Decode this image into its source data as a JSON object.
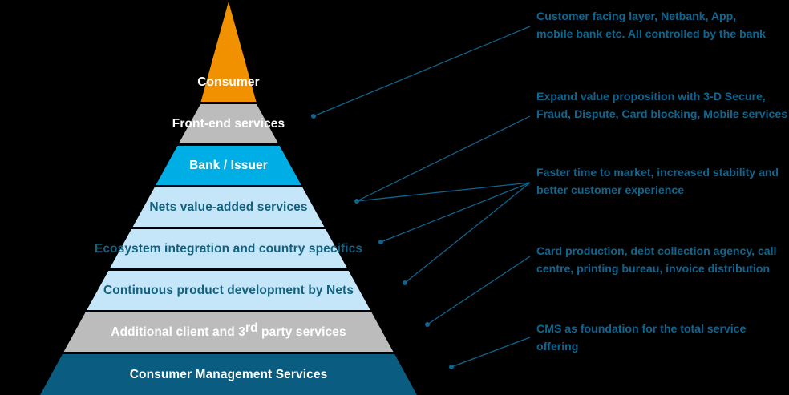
{
  "diagram": {
    "title": "Consumer Management Services pyramid",
    "colors": {
      "background": "#000000",
      "orange": "#F29100",
      "gray": "#BCBCBC",
      "cyan": "#00AEE6",
      "light_blue": "#C5E6F8",
      "dark_teal": "#0A5C80",
      "annotation_text": "#10658F",
      "dark_label_text": "#12617F",
      "light_label_text": "#FFFFFF"
    },
    "layers": [
      {
        "id": "consumer",
        "label": "Consumer",
        "fill": "#F29100",
        "text_tone": "light"
      },
      {
        "id": "front-end",
        "label": "Front-end services",
        "fill": "#BCBCBC",
        "text_tone": "light"
      },
      {
        "id": "bank-issuer",
        "label": "Bank / Issuer",
        "fill": "#00AEE6",
        "text_tone": "light"
      },
      {
        "id": "nets-vas",
        "label": "Nets value-added services",
        "fill": "#C5E6F8",
        "text_tone": "dark"
      },
      {
        "id": "ecosystem",
        "label": "Ecosystem integration and country specifics",
        "fill": "#C5E6F8",
        "text_tone": "dark"
      },
      {
        "id": "product-dev",
        "label": "Continuous product development by Nets",
        "fill": "#C5E6F8",
        "text_tone": "dark"
      },
      {
        "id": "third-party",
        "label": "Additional client and 3",
        "label_sup": "rd",
        "label_tail": " party services",
        "fill": "#BCBCBC",
        "text_tone": "light"
      },
      {
        "id": "cms",
        "label": "Consumer Management Services",
        "fill": "#0A5C80",
        "text_tone": "light"
      }
    ],
    "annotations": [
      {
        "id": "note-customer-facing",
        "lines": [
          "Customer facing layer, Netbank, App,",
          "mobile bank etc. All controlled by the bank"
        ]
      },
      {
        "id": "note-value-proposition",
        "lines": [
          "Expand value proposition with 3-D Secure,",
          "Fraud, Dispute, Card blocking, Mobile services"
        ]
      },
      {
        "id": "note-time-to-market",
        "lines": [
          "Faster time to market, increased stability and",
          "better customer experience"
        ]
      },
      {
        "id": "note-card-production",
        "lines": [
          "Card production, debt collection agency, call",
          "centre, printing bureau, invoice distribution"
        ]
      },
      {
        "id": "note-cms-foundation",
        "lines": [
          "CMS as foundation for the total service",
          "offering"
        ]
      }
    ]
  }
}
